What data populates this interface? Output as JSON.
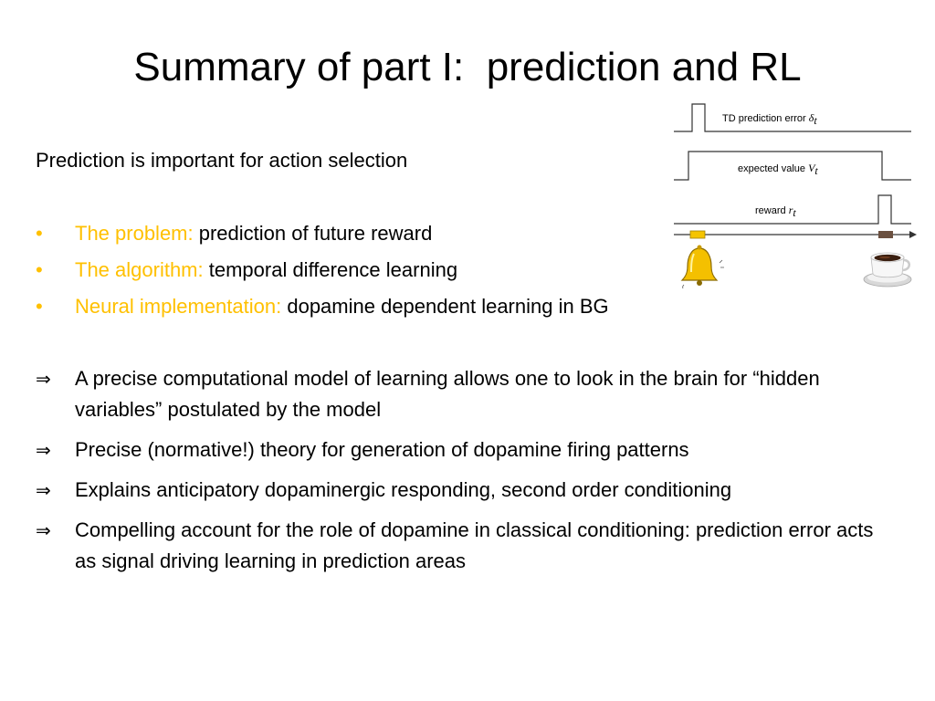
{
  "slide": {
    "title": "Summary of part I:  prediction and RL",
    "intro": "Prediction is important for action selection",
    "bullets": [
      {
        "label": "The problem:",
        "text": " prediction of future reward"
      },
      {
        "label": "The algorithm:",
        "text": " temporal difference learning"
      },
      {
        "label": "Neural implementation:",
        "text": " dopamine dependent learning in BG"
      }
    ],
    "implications": [
      {
        "arrow": "⇒",
        "text": "A precise computational model of learning allows one to look in the brain for “hidden variables” postulated by the model"
      },
      {
        "arrow": "⇒",
        "text": "Precise (normative!) theory for generation of dopamine firing patterns"
      },
      {
        "arrow": "⇒",
        "text": "Explains anticipatory dopaminergic responding, second order conditioning"
      },
      {
        "arrow": "⇒",
        "text": "Compelling account for the role of dopamine in classical conditioning: prediction error acts as signal driving learning in prediction areas"
      }
    ]
  },
  "figure": {
    "td_label": "TD prediction error",
    "td_symbol": "δ",
    "td_sub": "t",
    "value_label": "expected value",
    "value_symbol": "V",
    "value_sub": "t",
    "reward_label": "reward",
    "reward_symbol": "r",
    "reward_sub": "t",
    "bell_icon": "bell-icon",
    "coffee_icon": "coffee-cup-icon",
    "colors": {
      "highlight": "#ffc000",
      "cue": "#f5c400",
      "reward_marker": "#6b5040"
    }
  }
}
